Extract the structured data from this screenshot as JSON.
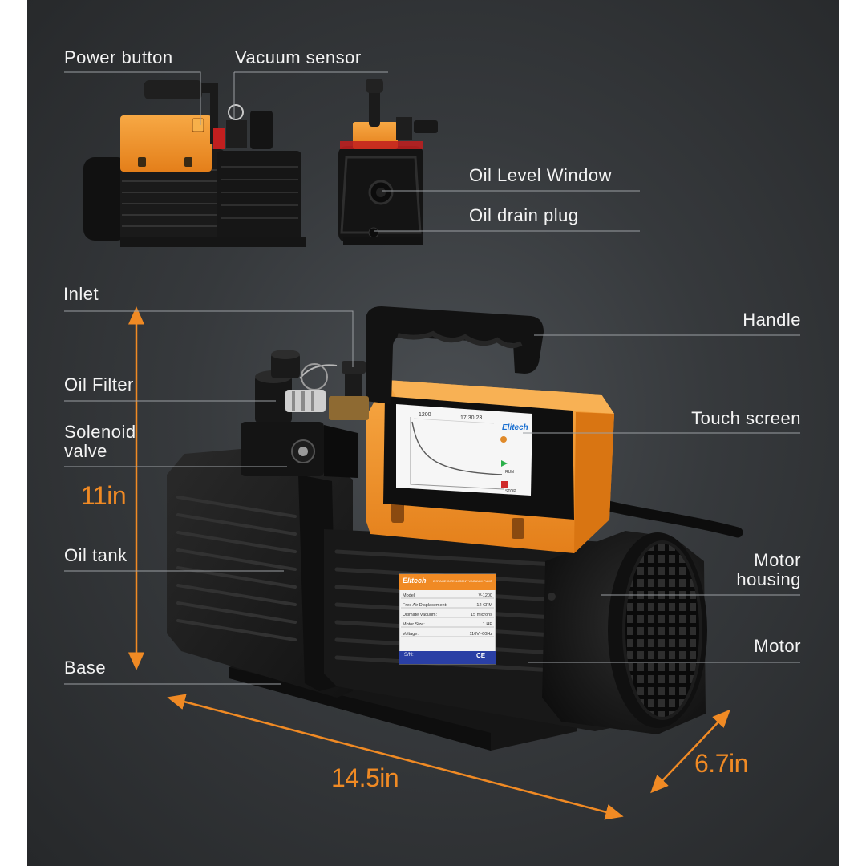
{
  "labels": {
    "power_button": "Power button",
    "vacuum_sensor": "Vacuum sensor",
    "oil_level_window": "Oil Level Window",
    "oil_drain_plug": "Oil drain plug",
    "inlet": "Inlet",
    "handle": "Handle",
    "oil_filter": "Oil Filter",
    "touch_screen": "Touch screen",
    "solenoid_line1": "Solenoid",
    "solenoid_line2": "valve",
    "oil_tank": "Oil tank",
    "motor_housing_line1": "Motor",
    "motor_housing_line2": "housing",
    "motor": "Motor",
    "base": "Base"
  },
  "dimensions": {
    "height": "11in",
    "length": "14.5in",
    "depth": "6.7in"
  },
  "screen": {
    "time": "17:30:23",
    "brand": "Elitech",
    "model_badge": "1200",
    "run": "RUN",
    "stop": "STOP"
  },
  "nameplate": {
    "brand": "Elitech",
    "title": "2 STAGE INTELLIGENT VACUUM PUMP",
    "rows": [
      {
        "key": "Model:",
        "value": "V-1200",
        "unit": ""
      },
      {
        "key": "Free Air Displacement:",
        "value": "12",
        "unit": "CFM"
      },
      {
        "key": "Ultimate Vacuum:",
        "value": "15",
        "unit": "microns"
      },
      {
        "key": "Motor Size:",
        "value": "1",
        "unit": "HP"
      },
      {
        "key": "Voltage:",
        "value": "110V~60Hz",
        "unit": ""
      }
    ],
    "serial": "S/N:",
    "mark": "CE"
  },
  "colors": {
    "accent": "#f08a24",
    "body": "#1c1c1c",
    "orange_housing": "#f39a2c",
    "label_text": "#f4f4f4",
    "leader_line": "#9a9ea2"
  }
}
